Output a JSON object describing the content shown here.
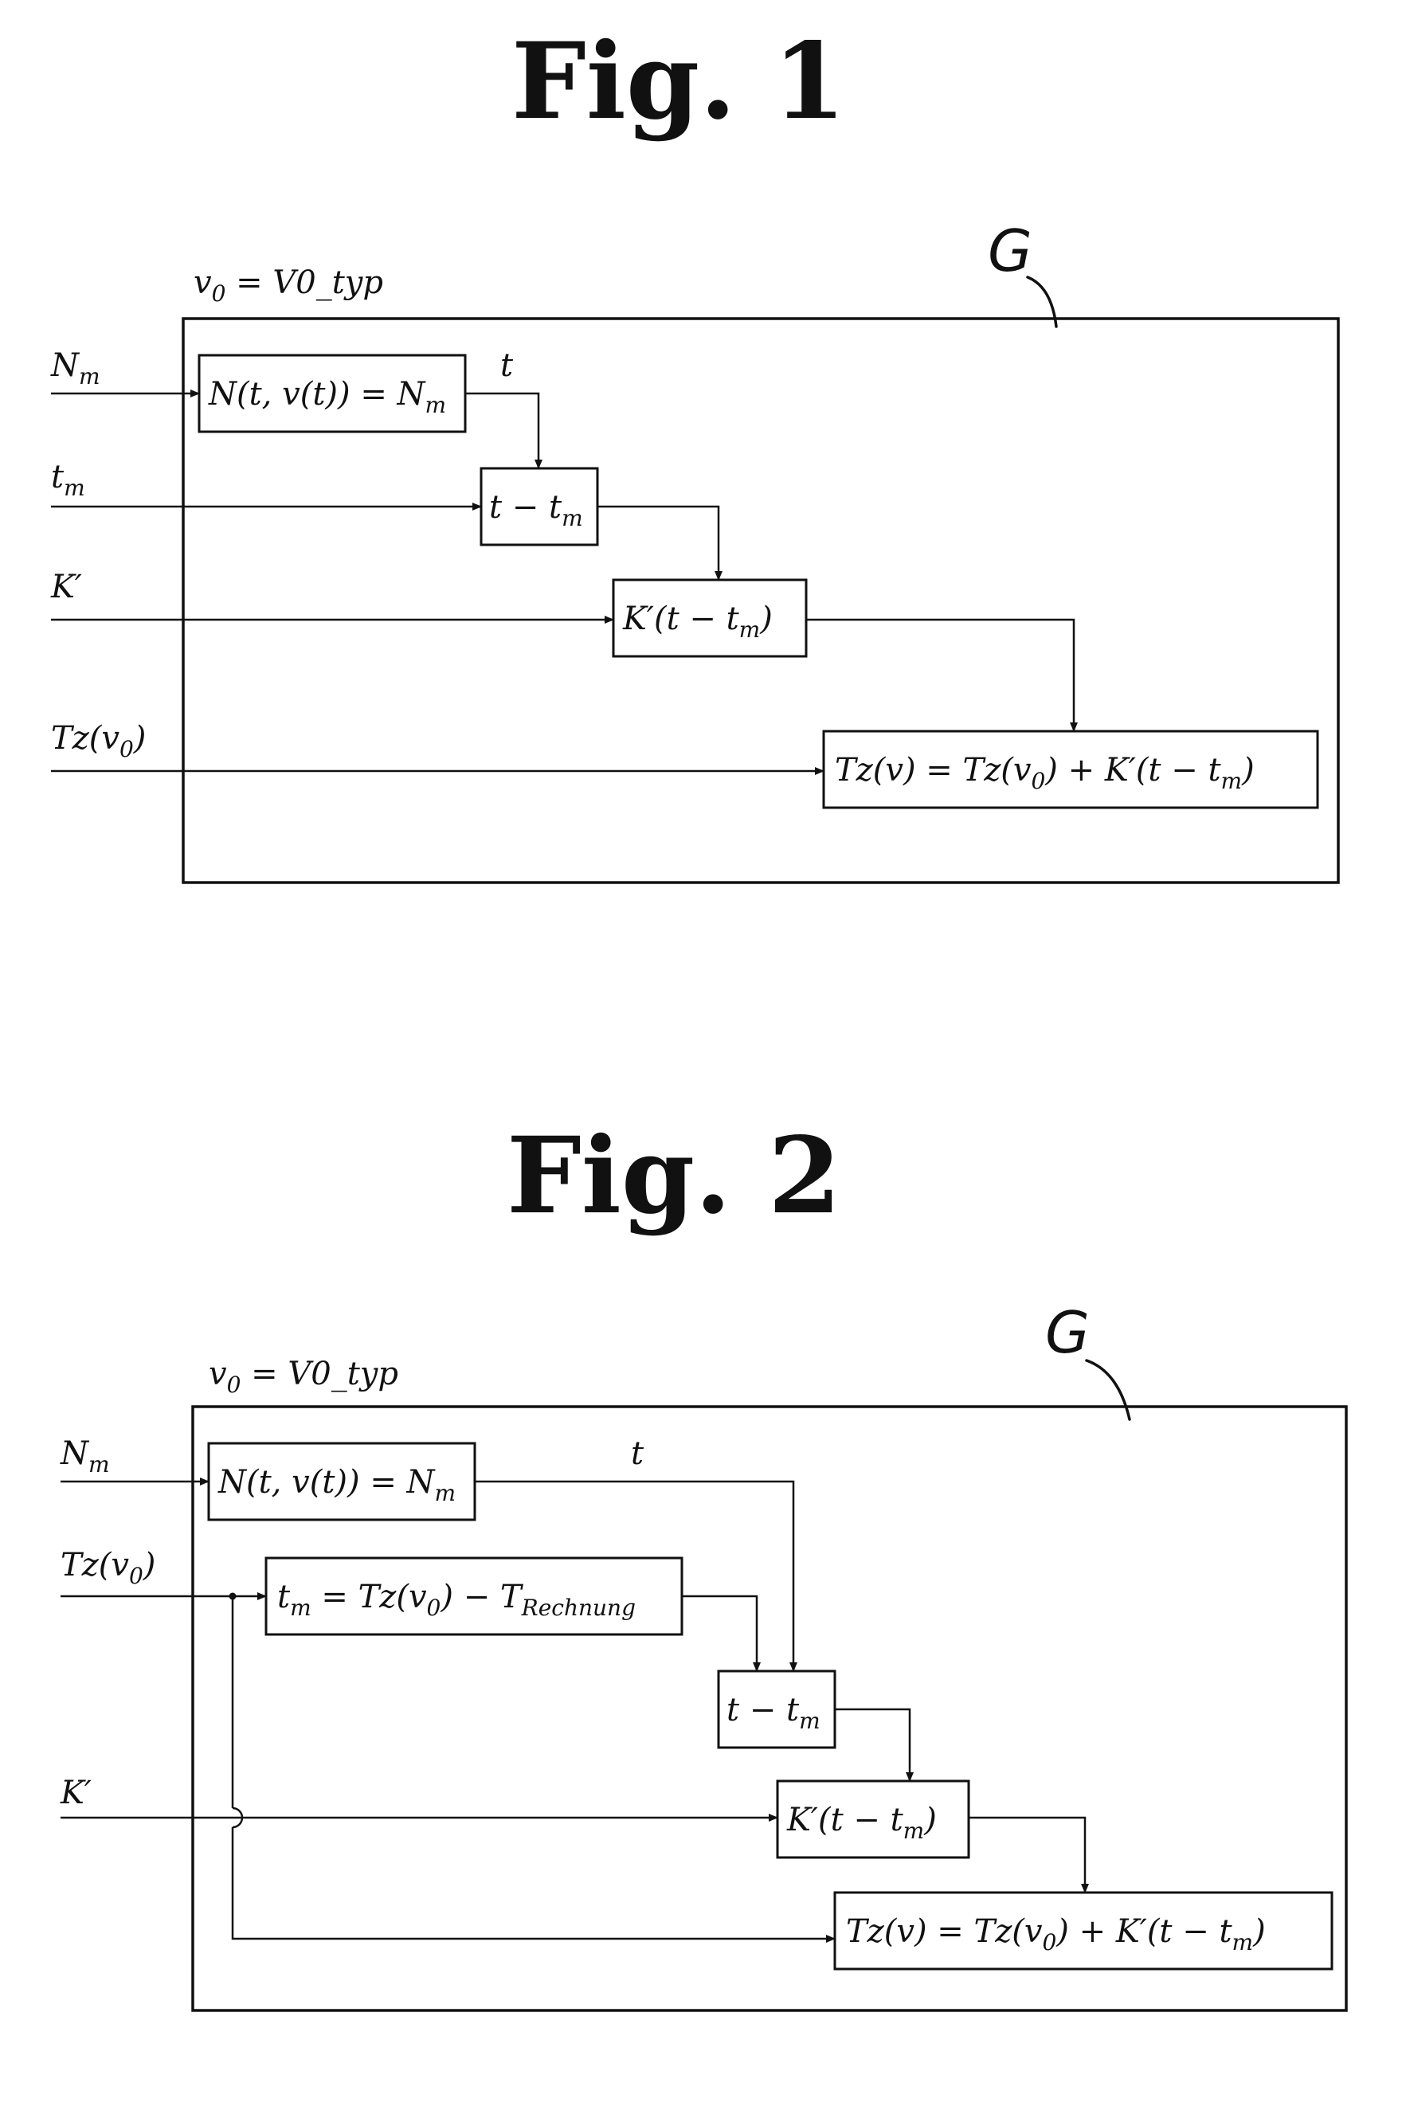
{
  "fig1": {
    "title": "Fig. 1",
    "reference_mark": "G",
    "condition_lhs": "v",
    "condition_lhs_sub": "0",
    "condition_rhs": " = V0_typ",
    "inputs": {
      "n_m": "N",
      "n_m_sub": "m",
      "t_m": "t",
      "t_m_sub": "m",
      "k_prime": "K′",
      "tz_v0": "Tz(v",
      "tz_v0_sub": "0",
      "tz_v0_close": ")"
    },
    "signal_t": "t",
    "blocks": {
      "n_eq": "N(t, v(t)) = N",
      "n_eq_sub": "m",
      "t_minus": "t − t",
      "t_minus_sub": "m",
      "k_times": "K′(t − t",
      "k_times_sub": "m",
      "k_times_close": ")",
      "tz_out_a": "Tz(v) = Tz(v",
      "tz_out_sub0": "0",
      "tz_out_b": ") + K′(t − t",
      "tz_out_subm": "m",
      "tz_out_close": ")"
    }
  },
  "fig2": {
    "title": "Fig. 2",
    "reference_mark": "G",
    "condition_lhs": "v",
    "condition_lhs_sub": "0",
    "condition_rhs": " = V0_typ",
    "inputs": {
      "n_m": "N",
      "n_m_sub": "m",
      "tz_v0": "Tz(v",
      "tz_v0_sub": "0",
      "tz_v0_close": ")",
      "k_prime": "K′"
    },
    "signal_t": "t",
    "blocks": {
      "n_eq": "N(t, v(t)) = N",
      "n_eq_sub": "m",
      "tm_calc_a": "t",
      "tm_calc_sub_m": "m",
      "tm_calc_b": " = Tz(v",
      "tm_calc_sub_0": "0",
      "tm_calc_c": ") − T",
      "tm_calc_sub_r": "Rechnung",
      "t_minus": "t − t",
      "t_minus_sub": "m",
      "k_times": "K′(t − t",
      "k_times_sub": "m",
      "k_times_close": ")",
      "tz_out_a": "Tz(v) = Tz(v",
      "tz_out_sub0": "0",
      "tz_out_b": ") + K′(t − t",
      "tz_out_subm": "m",
      "tz_out_close": ")"
    }
  }
}
